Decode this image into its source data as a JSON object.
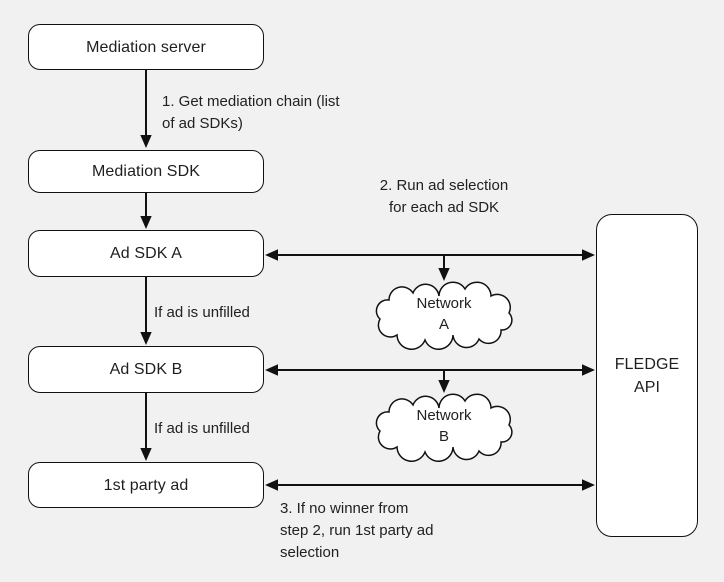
{
  "colors": {
    "background": "#f1f1f1",
    "node_fill": "#ffffff",
    "stroke": "#111111",
    "text": "#202124"
  },
  "nodes": {
    "mediation_server": "Mediation server",
    "mediation_sdk": "Mediation SDK",
    "ad_sdk_a": "Ad SDK A",
    "ad_sdk_b": "Ad SDK B",
    "first_party_ad": "1st party ad",
    "fledge_api": "FLEDGE\nAPI",
    "network_a": "Network\nA",
    "network_b": "Network\nB"
  },
  "annotations": {
    "step1": "1. Get mediation chain (list\nof ad SDKs)",
    "step2": "2. Run ad selection\nfor each ad SDK",
    "step3": "3. If no winner from\nstep 2, run 1st party ad\nselection",
    "unfilled_a": "If ad is unfilled",
    "unfilled_b": "If ad is unfilled"
  }
}
